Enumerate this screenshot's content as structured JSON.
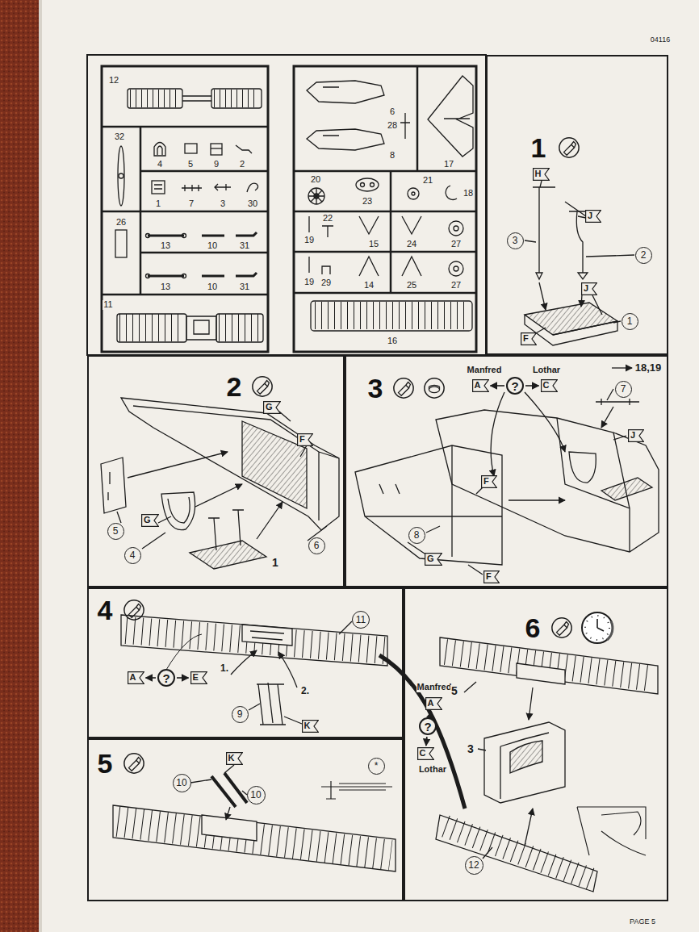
{
  "diagram": {
    "nodes": [
      {
        "text": [
          "1"
        ]
      },
      {
        "text": [
          "3"
        ],
        "in": 0
      },
      {
        "text": [
          "2"
        ],
        "in": 0
      },
      {
        "text": [
          "1"
        ],
        "in": 0
      },
      {
        "text": [
          "H"
        ],
        "in": 0
      },
      {
        "text": [
          "J"
        ],
        "in": 0
      },
      {
        "text": [
          "J"
        ],
        "in": 0
      },
      {
        "text": [
          "F"
        ],
        "in": 0
      },
      {
        "text": [
          "2"
        ]
      },
      {
        "text": [
          "G"
        ],
        "in": 8
      },
      {
        "text": [
          "F"
        ],
        "in": 8
      },
      {
        "text": [
          "5"
        ],
        "in": 8
      },
      {
        "text": [
          "G"
        ],
        "in": 8
      },
      {
        "text": [
          "4"
        ],
        "in": 8
      },
      {
        "text": [
          "6"
        ],
        "in": 8
      },
      {
        "text": [
          "3"
        ]
      },
      {
        "text": [
          "?"
        ],
        "in": 15
      },
      {
        "text": [
          "A"
        ],
        "in": 15
      },
      {
        "text": [
          "C"
        ],
        "in": 15
      },
      {
        "text": [
          "7"
        ],
        "in": 15
      },
      {
        "text": [
          "J"
        ],
        "in": 15
      },
      {
        "text": [
          "F"
        ],
        "in": 15
      },
      {
        "text": [
          "8"
        ],
        "in": 15
      },
      {
        "text": [
          "G"
        ],
        "in": 15
      },
      {
        "text": [
          "F"
        ],
        "in": 15
      },
      {
        "text": [
          "4"
        ]
      },
      {
        "text": [
          "?"
        ],
        "in": 25
      },
      {
        "text": [
          "A"
        ],
        "in": 25
      },
      {
        "text": [
          "E"
        ],
        "in": 25
      },
      {
        "text": [
          "11"
        ],
        "in": 25
      },
      {
        "text": [
          "9"
        ],
        "in": 25
      },
      {
        "text": [
          "K"
        ],
        "in": 25
      },
      {
        "text": [
          "5"
        ]
      },
      {
        "text": [
          "K"
        ],
        "in": 32
      },
      {
        "text": [
          "10"
        ],
        "in": 32
      },
      {
        "text": [
          "10"
        ],
        "in": 32
      },
      {
        "text": [
          "*"
        ],
        "in": 32
      },
      {
        "text": [
          "6"
        ]
      },
      {
        "text": [
          "?"
        ],
        "in": 37
      },
      {
        "text": [
          "A"
        ],
        "in": 37
      },
      {
        "text": [
          "C"
        ],
        "in": 37
      },
      {
        "text": [
          "12"
        ],
        "in": 37
      }
    ],
    "edges": [
      {
        "from": 16,
        "to": 17,
        "arrow": "to"
      },
      {
        "from": 16,
        "to": 18,
        "arrow": "to"
      },
      {
        "from": 26,
        "to": 27,
        "arrow": "to"
      },
      {
        "from": 26,
        "to": 28,
        "arrow": "to"
      },
      {
        "from": 38,
        "to": 39,
        "arrow": "to"
      },
      {
        "from": 38,
        "to": 40,
        "arrow": "to"
      }
    ],
    "labels": [
      "04116",
      "12",
      "32",
      "4",
      "5",
      "9",
      "2",
      "1",
      "7",
      "3",
      "30",
      "26",
      "13",
      "10",
      "31",
      "13",
      "10",
      "31",
      "11",
      "6",
      "28",
      "8",
      "17",
      "20",
      "23",
      "21",
      "18",
      "19",
      "22",
      "15",
      "24",
      "27",
      "19",
      "29",
      "14",
      "25",
      "27",
      "16",
      "1",
      "Manfred",
      "Lothar",
      "18,19",
      "1.",
      "2.",
      "Manfred",
      "Lothar",
      "5",
      "3",
      "PAGE 5"
    ]
  }
}
